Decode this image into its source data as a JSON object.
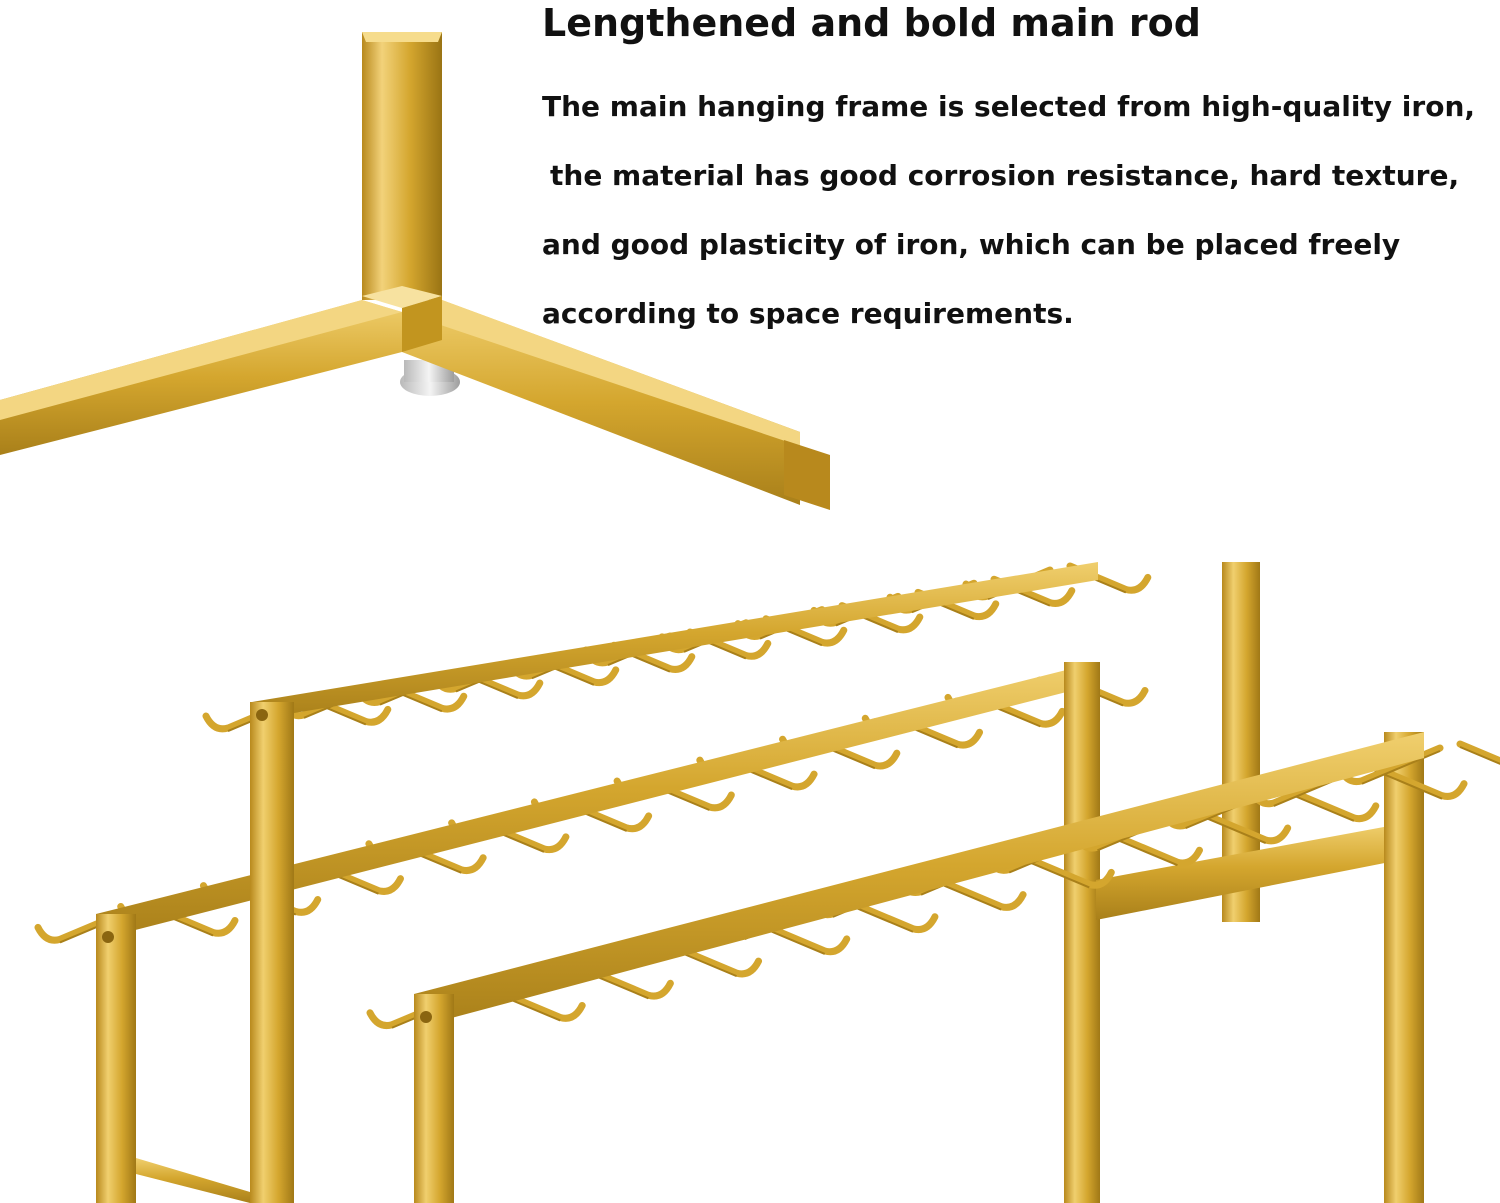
{
  "title": "Lengthened and bold main rod",
  "description_lines": [
    "The main hanging frame is selected from high-quality iron,",
    " the material has good corrosion resistance, hard texture,",
    "and good plasticity of iron, which can be placed freely",
    "according to space requirements."
  ],
  "colors": {
    "gold": "#d4a62e",
    "gold_dark": "#a9801a",
    "gold_light": "#f0cf6e",
    "text": "#111111",
    "background": "#ffffff"
  }
}
